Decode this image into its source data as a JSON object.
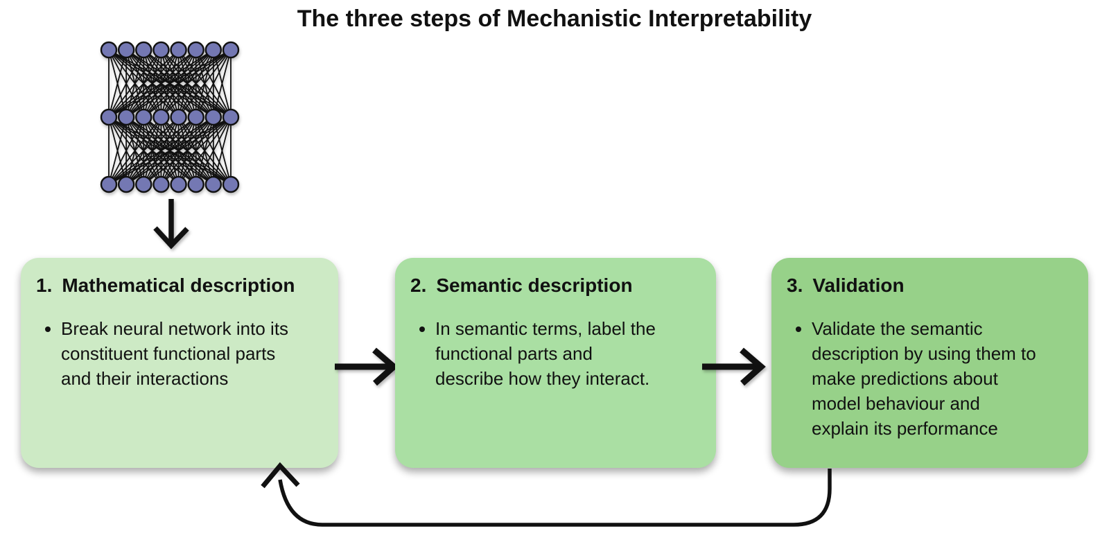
{
  "title": "The three steps of Mechanistic Interpretability",
  "colors": {
    "box1_bg": "#cdeac5",
    "box2_bg": "#aadfa3",
    "box3_bg": "#97d189",
    "node_fill": "#7478b3",
    "arrow": "#111111",
    "text": "#111111"
  },
  "network": {
    "layers": [
      8,
      8,
      8
    ]
  },
  "steps": [
    {
      "number": "1.",
      "heading": "Mathematical description",
      "bullet": "Break neural network into its constituent functional parts and their interactions"
    },
    {
      "number": "2.",
      "heading": "Semantic description",
      "bullet": "In semantic terms, label the functional parts and describe how they interact."
    },
    {
      "number": "3.",
      "heading": "Validation",
      "bullet": "Validate the semantic description by using them to make predictions about model behaviour and explain its performance"
    }
  ]
}
